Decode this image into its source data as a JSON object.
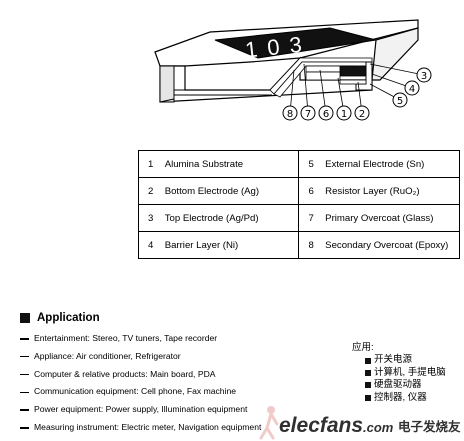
{
  "chip": {
    "marking": "103"
  },
  "callouts": [
    "8",
    "7",
    "6",
    "1",
    "2",
    "3",
    "4",
    "5"
  ],
  "legend": [
    {
      "left_num": "1",
      "left_label": "Alumina Substrate",
      "right_num": "5",
      "right_label": "External Electrode (Sn)"
    },
    {
      "left_num": "2",
      "left_label": "Bottom Electrode (Ag)",
      "right_num": "6",
      "right_label": "Resistor Layer (RuO₂)"
    },
    {
      "left_num": "3",
      "left_label": "Top Electrode (Ag/Pd)",
      "right_num": "7",
      "right_label": "Primary Overcoat (Glass)"
    },
    {
      "left_num": "4",
      "left_label": "Barrier Layer (Ni)",
      "right_num": "8",
      "right_label": "Secondary Overcoat (Epoxy)"
    }
  ],
  "application": {
    "title": "Application",
    "items": [
      "Entertainment: Stereo, TV tuners, Tape recorder",
      "Appliance: Air conditioner, Refrigerator",
      "Computer & relative products: Main board, PDA",
      "Communication equipment: Cell phone, Fax machine",
      "Power equipment: Power supply, Illumination equipment",
      "Measuring instrument: Electric meter, Navigation equipment"
    ]
  },
  "chinese_apps": {
    "heading": "应用:",
    "items": [
      "开关电源",
      "计算机, 手提电脑",
      "硬盘驱动器",
      "控制器, 仪器"
    ]
  },
  "watermark": {
    "site": "elecfans",
    "suffix": ".com",
    "cn": "电子发烧友"
  }
}
